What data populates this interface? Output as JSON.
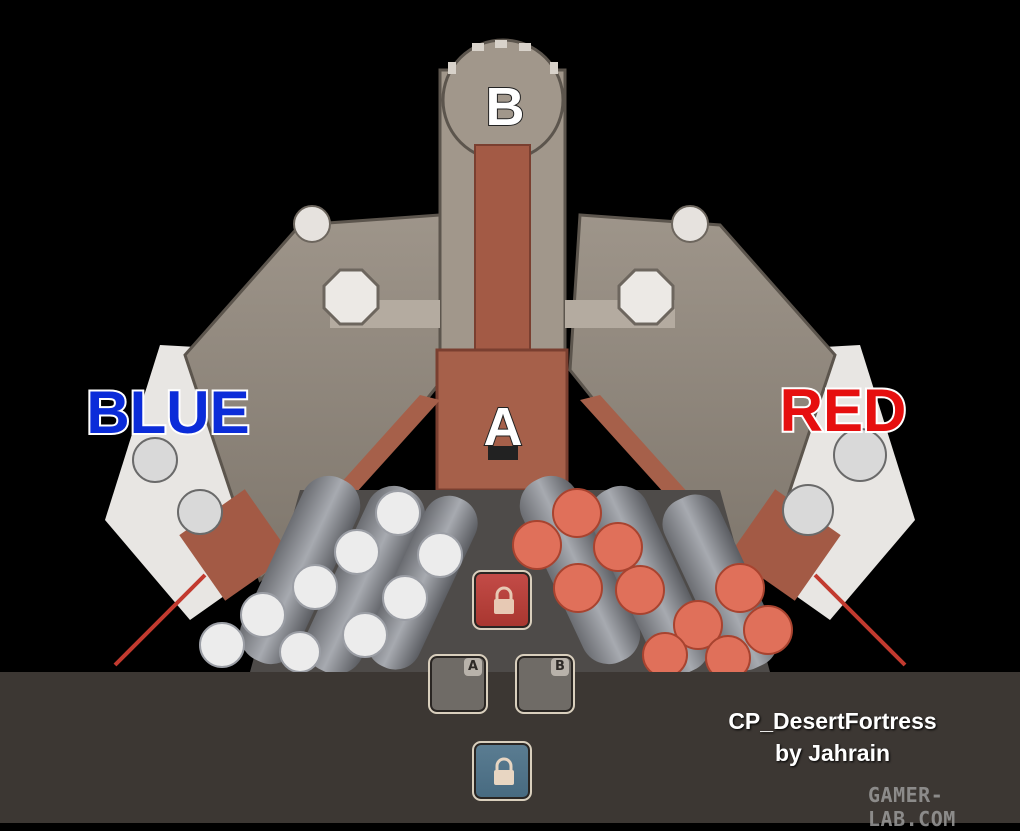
{
  "map": {
    "point_a_label": "A",
    "point_b_label": "B",
    "blue_label": "BLUE",
    "red_label": "RED",
    "blue_color": "#0b2cd9",
    "red_color": "#e60f0f"
  },
  "hud": {
    "cp_a_letter": "A",
    "cp_b_letter": "B",
    "red_lock_color": "#b5413c",
    "blue_lock_color": "#516f84"
  },
  "credit": {
    "line1": "CP_DesertFortress",
    "line2": "by Jahrain"
  },
  "watermark": "GAMER-LAB.COM"
}
